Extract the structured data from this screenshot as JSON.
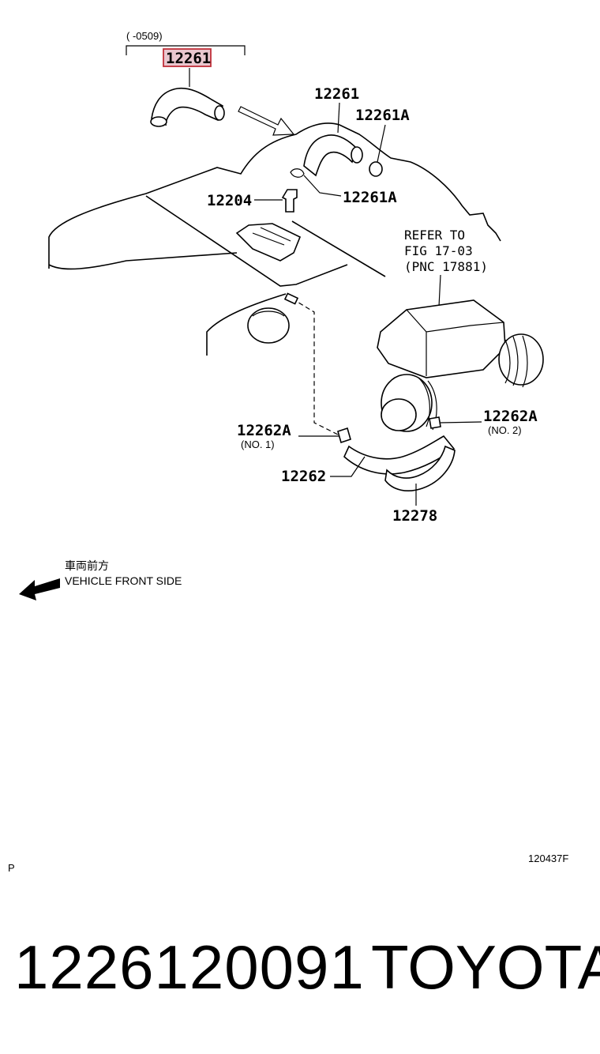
{
  "diagram": {
    "date_range": "(      -0509)",
    "highlighted_part": "12261",
    "labels": {
      "p12261": "12261",
      "p12261A_top": "12261A",
      "p12261A_mid": "12261A",
      "p12204": "12204",
      "refer_line1": "REFER TO",
      "refer_line2": "FIG 17-03",
      "refer_line3": "(PNC 17881)",
      "p12262A_right": "12262A",
      "no2": "(NO. 2)",
      "p12262A_left": "12262A",
      "no1": "(NO. 1)",
      "p12262": "12262",
      "p12278": "12278"
    },
    "direction_jp": "車両前方",
    "direction_en": "VEHICLE FRONT SIDE",
    "page_marker": "P",
    "figure_code": "120437F"
  },
  "footer": {
    "part_number": "1226120091",
    "brand": "TOYOTA"
  }
}
